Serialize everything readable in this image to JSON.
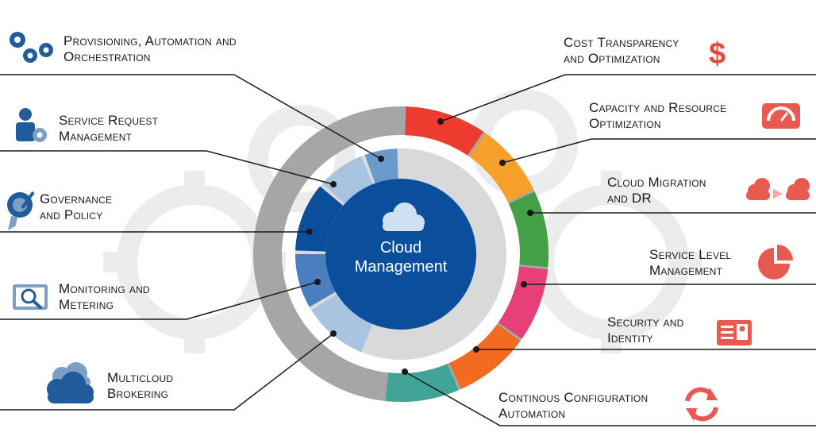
{
  "center": {
    "line1": "Cloud",
    "line2": "Management"
  },
  "left_items": [
    {
      "line1": "Provisioning, Automation and",
      "line2": "Orchestration",
      "icon": "gears-icon"
    },
    {
      "line1": "Service Request",
      "line2": "Management",
      "icon": "user-gear-icon"
    },
    {
      "line1": "Governance",
      "line2": "and Policy",
      "icon": "badge-pen-icon"
    },
    {
      "line1": "Monitoring and",
      "line2": "Metering",
      "icon": "monitor-search-icon"
    },
    {
      "line1": "Multicloud",
      "line2": "Brokering",
      "icon": "clouds-icon"
    }
  ],
  "right_items": [
    {
      "line1": "Cost Transparency",
      "line2": "and Optimization",
      "icon": "dollar-icon"
    },
    {
      "line1": "Capacity and Resource",
      "line2": "Optimization",
      "icon": "gauge-icon"
    },
    {
      "line1": "Cloud Migration",
      "line2": "and DR",
      "icon": "cloud-migration-icon"
    },
    {
      "line1": "Service Level",
      "line2": "Management",
      "icon": "pie-chart-icon"
    },
    {
      "line1": "Security and",
      "line2": "Identity",
      "icon": "id-card-icon"
    },
    {
      "line1": "Continous Configuration",
      "line2": "Automation",
      "icon": "refresh-icon"
    }
  ],
  "colors": {
    "navy": "#0b4f9c",
    "gray_ring": "#a6a6a6",
    "light_ring": "#d9d9d9",
    "blue_light": "#a8c4e0",
    "blue_mid": "#4a7fbf",
    "blue_steel": "#6a9acb",
    "red": "#ee3b2f",
    "orange": "#f7a02c",
    "green": "#43a047",
    "pink": "#e83e7a",
    "dark_orange": "#f26b21",
    "teal": "#40a597",
    "icon_red": "#e85a4f"
  }
}
